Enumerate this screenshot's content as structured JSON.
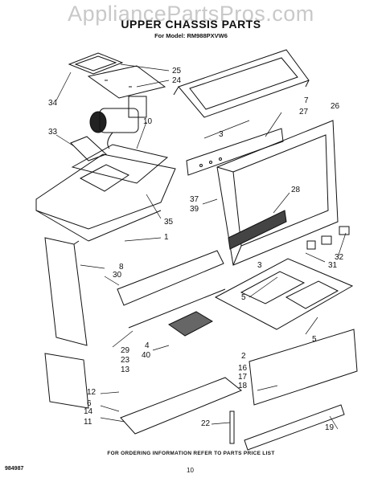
{
  "watermark": "AppliancePartsPros.com",
  "title": "UPPER CHASSIS PARTS",
  "model_line": "For Model: RM988PXVW6",
  "footer": "FOR ORDERING INFORMATION REFER TO PARTS PRICE LIST",
  "page_number": "10",
  "drawing_code": "984987",
  "callouts": {
    "c1": "1",
    "c2": "2",
    "c3a": "3",
    "c3b": "3",
    "c4": "4",
    "c5a": "5",
    "c5b": "5",
    "c6": "6",
    "c7": "7",
    "c8": "8",
    "c10": "10",
    "c11": "11",
    "c12": "12",
    "c13": "13",
    "c14": "14",
    "c16": "16",
    "c17": "17",
    "c18": "18",
    "c19": "19",
    "c22": "22",
    "c23": "23",
    "c24": "24",
    "c25": "25",
    "c26": "26",
    "c27": "27",
    "c28": "28",
    "c29": "29",
    "c30": "30",
    "c31": "31",
    "c32": "32",
    "c33": "33",
    "c34": "34",
    "c35": "35",
    "c37": "37",
    "c39": "39",
    "c40": "40"
  }
}
